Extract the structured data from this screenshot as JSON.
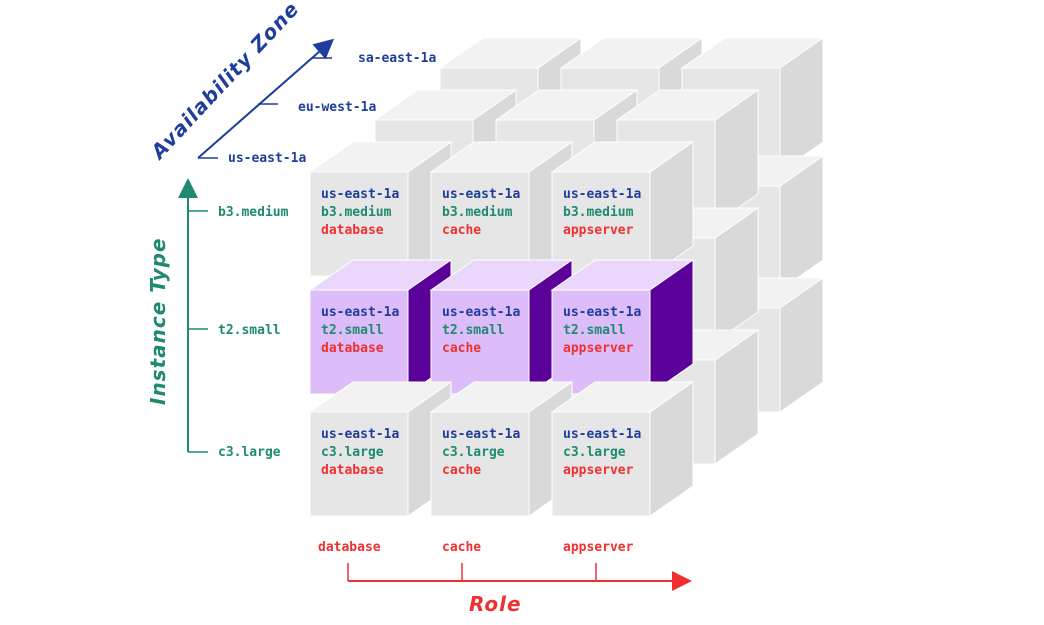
{
  "colors": {
    "zone": "#1f3d9c",
    "instance": "#1f8a70",
    "role": "#f03030",
    "cube_front": "#e6e6e6",
    "cube_top": "#f2f2f2",
    "cube_side": "#d9d9d9",
    "highlight_front": "#dcbcf9",
    "highlight_top": "#ead7fb",
    "highlight_side": "#5b0099"
  },
  "axes": {
    "zone": {
      "title": "Availability Zone",
      "ticks": [
        "us-east-1a",
        "eu-west-1a",
        "sa-east-1a"
      ]
    },
    "instance": {
      "title": "Instance Type",
      "ticks": [
        "c3.large",
        "t2.small",
        "b3.medium"
      ]
    },
    "role": {
      "title": "Role",
      "ticks": [
        "database",
        "cache",
        "appserver"
      ]
    }
  },
  "front_cells": [
    {
      "row": "top",
      "col": 0,
      "zone": "us-east-1a",
      "instance": "b3.medium",
      "role": "database",
      "highlighted": false
    },
    {
      "row": "top",
      "col": 1,
      "zone": "us-east-1a",
      "instance": "b3.medium",
      "role": "cache",
      "highlighted": false
    },
    {
      "row": "top",
      "col": 2,
      "zone": "us-east-1a",
      "instance": "b3.medium",
      "role": "appserver",
      "highlighted": false
    },
    {
      "row": "mid",
      "col": 0,
      "zone": "us-east-1a",
      "instance": "t2.small",
      "role": "database",
      "highlighted": true
    },
    {
      "row": "mid",
      "col": 1,
      "zone": "us-east-1a",
      "instance": "t2.small",
      "role": "cache",
      "highlighted": true
    },
    {
      "row": "mid",
      "col": 2,
      "zone": "us-east-1a",
      "instance": "t2.small",
      "role": "appserver",
      "highlighted": true
    },
    {
      "row": "bottom",
      "col": 0,
      "zone": "us-east-1a",
      "instance": "c3.large",
      "role": "database",
      "highlighted": false
    },
    {
      "row": "bottom",
      "col": 1,
      "zone": "us-east-1a",
      "instance": "c3.large",
      "role": "cache",
      "highlighted": false
    },
    {
      "row": "bottom",
      "col": 2,
      "zone": "us-east-1a",
      "instance": "c3.large",
      "role": "appserver",
      "highlighted": false
    }
  ]
}
